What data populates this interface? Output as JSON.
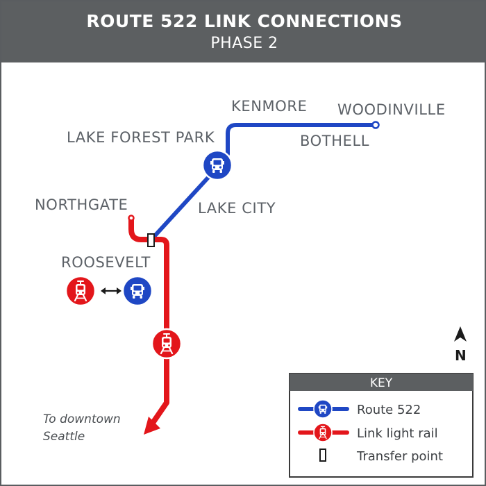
{
  "header": {
    "title": "ROUTE 522 LINK CONNECTIONS",
    "subtitle": "PHASE 2"
  },
  "map": {
    "places": {
      "kenmore": "KENMORE",
      "woodinville": "WOODINVILLE",
      "lake_forest_park": "LAKE FOREST PARK",
      "bothell": "BOTHELL",
      "northgate": "NORTHGATE",
      "lake_city": "LAKE CITY",
      "roosevelt": "ROOSEVELT"
    },
    "downtown_note": {
      "line1": "To downtown",
      "line2": "Seattle"
    },
    "north_label": "N",
    "colors": {
      "route_522": "#1f47c4",
      "link_light_rail": "#e3161b",
      "header_gray": "#5c5f61",
      "label_gray": "#5c6167"
    },
    "icons": [
      "bus-icon",
      "light-rail-train-icon",
      "two-way-arrow-icon",
      "north-arrow-icon",
      "transfer-point-icon"
    ]
  },
  "key": {
    "title": "KEY",
    "items": [
      {
        "label": "Route 522",
        "icon": "bus-icon"
      },
      {
        "label": "Link light rail",
        "icon": "light-rail-train-icon"
      },
      {
        "label": "Transfer point",
        "icon": "transfer-point-icon"
      }
    ]
  }
}
